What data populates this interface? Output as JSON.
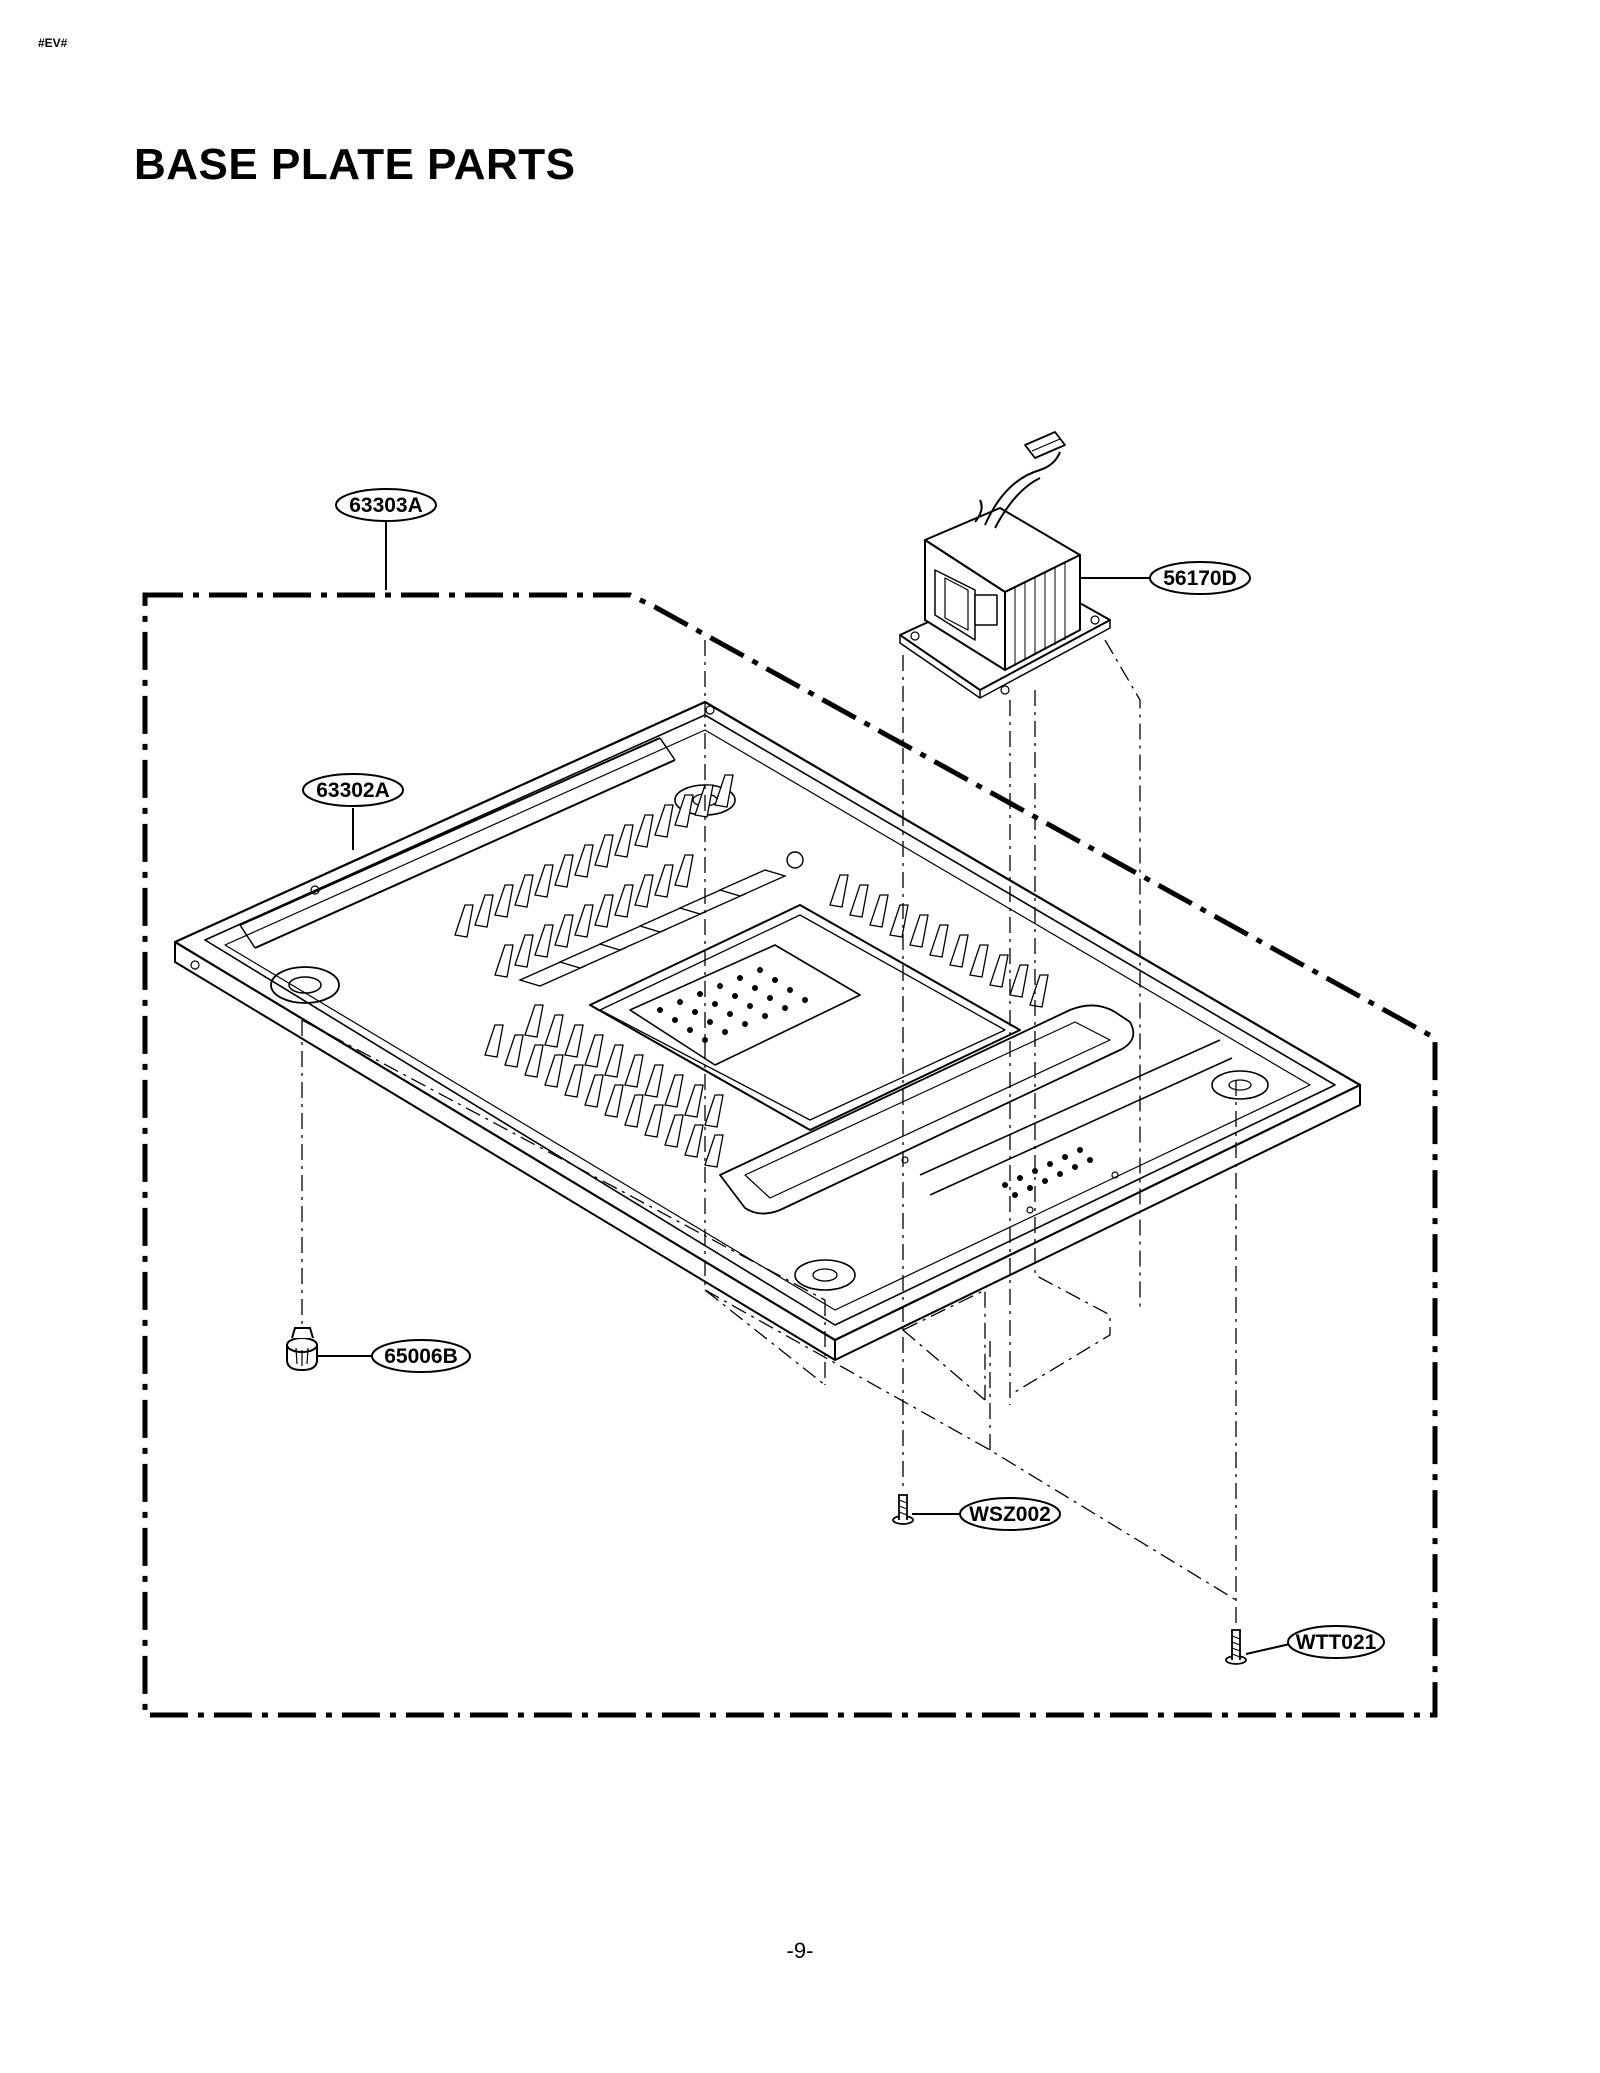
{
  "page": {
    "corner_tag": "#EV#",
    "title": "BASE PLATE PARTS",
    "page_number": "-9-"
  },
  "callouts": {
    "assembly": "63303A",
    "transformer": "56170D",
    "base_plate": "63302A",
    "foot": "65006B",
    "screw_transformer": "WSZ002",
    "screw_plate": "WTT021"
  }
}
